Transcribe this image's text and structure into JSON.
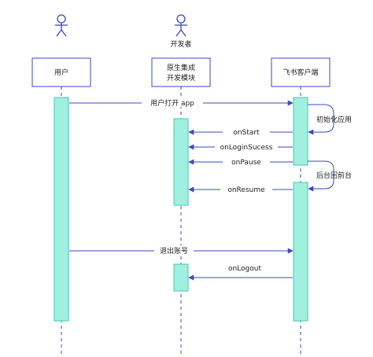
{
  "colors": {
    "line": "#3a47c8",
    "box_border": "#3a47c8",
    "activation_fill": "#9ff0df",
    "activation_border": "#43c8b2",
    "lifeline": "#3a47c8",
    "text": "#222222"
  },
  "participants": {
    "user": {
      "label": "用户",
      "actor": true,
      "actor_label": ""
    },
    "dev": {
      "label_line1": "原生集成",
      "label_line2": "开发模块",
      "actor": true,
      "actor_label": "开发者"
    },
    "feishu": {
      "label": "飞书客户端",
      "actor": false
    }
  },
  "messages": {
    "open_app": "用户打开 app",
    "init_app": "初始化应用",
    "on_start": "onStart",
    "on_login_success": "onLoginSucess",
    "on_pause": "onPause",
    "back_to_fg": "后台回前台",
    "on_resume": "onResume",
    "logout": "退出账号",
    "on_logout": "onLogout"
  }
}
